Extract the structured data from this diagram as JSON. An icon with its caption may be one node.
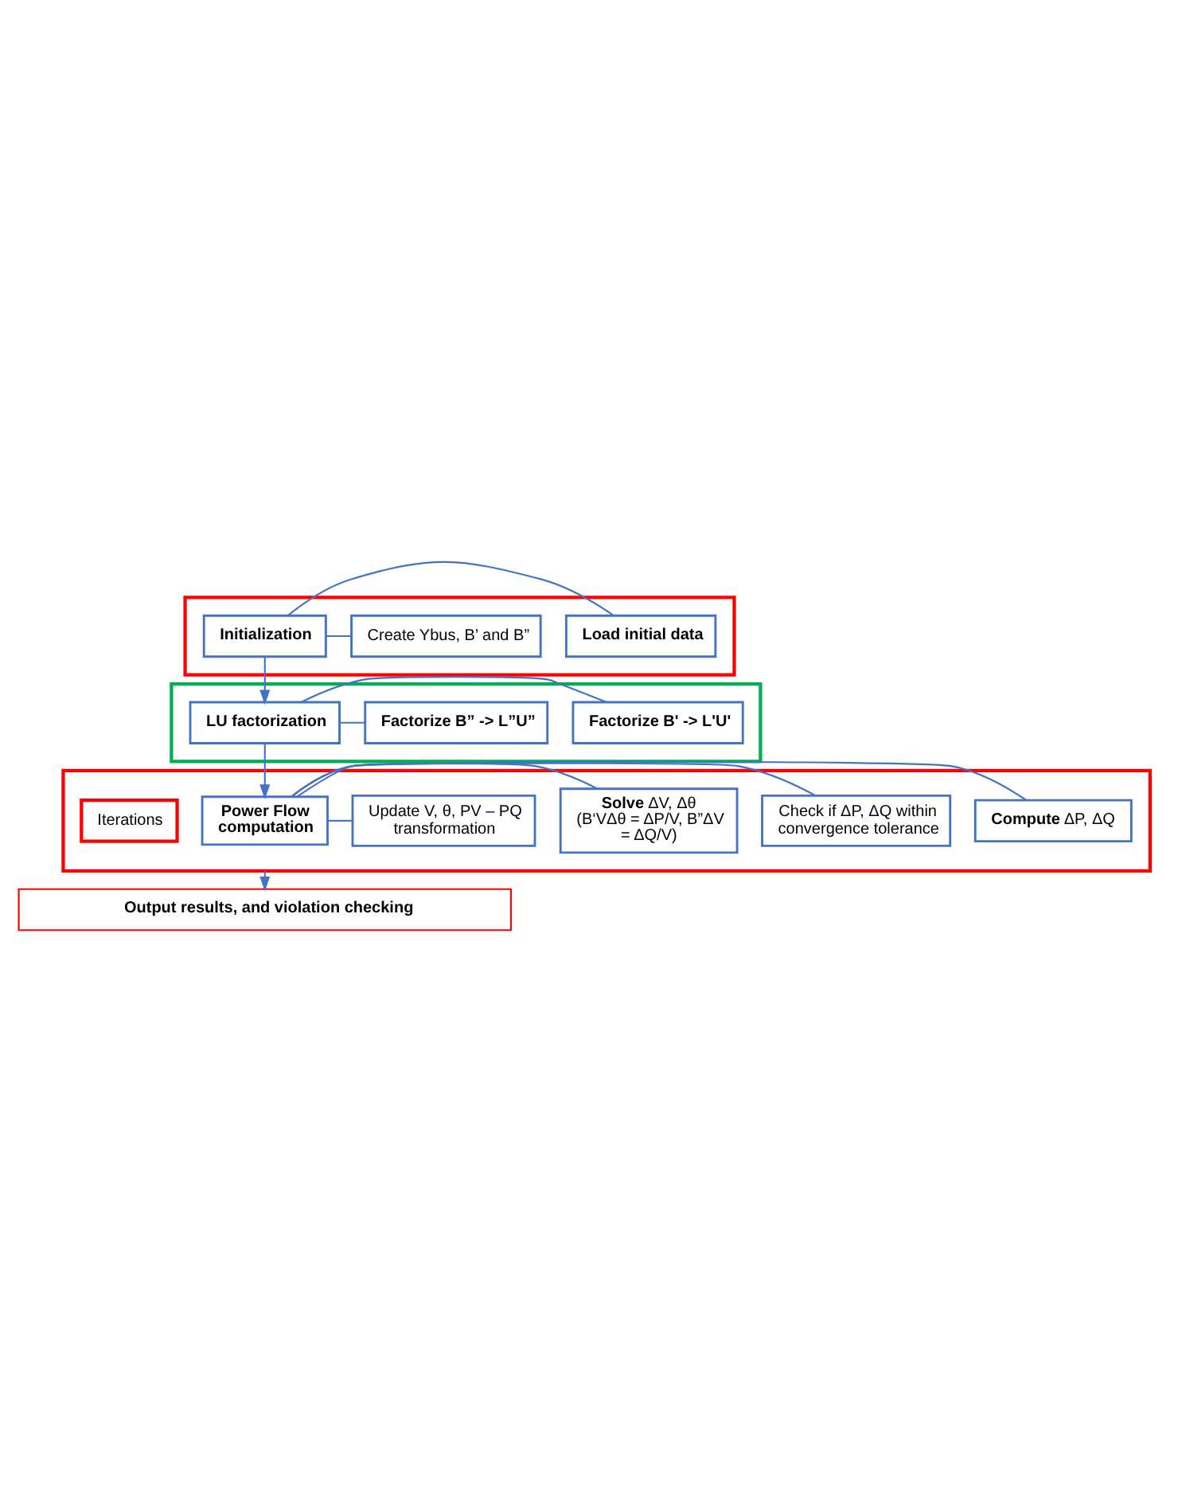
{
  "diagram": {
    "nodes": [
      {
        "text": [],
        "shape": "box"
      },
      {
        "text": [
          "Initialization"
        ],
        "in": 0
      },
      {
        "text": [
          "Load initial data"
        ],
        "in": 0
      },
      {
        "text": [
          "Create Ybus, B’ and B”"
        ],
        "in": 0
      },
      {
        "text": [],
        "shape": "box"
      },
      {
        "text": [
          "LU factorization"
        ],
        "in": 4
      },
      {
        "text": [
          "Factorize B' -> L'U'"
        ],
        "in": 4
      },
      {
        "text": [
          "Factorize B” -> L”U”"
        ],
        "in": 4
      },
      {
        "text": [],
        "shape": "box"
      },
      {
        "text": [
          "Power Flow computation"
        ],
        "in": 8
      },
      {
        "text": [
          "**Compute** ΔP, ΔQ"
        ],
        "in": 8
      },
      {
        "text": [
          "Check if ΔP, ΔQ within convergence tolerance"
        ],
        "in": 8
      },
      {
        "text": [
          "**Solve** ΔV, Δθ (B‘VΔθ = ΔP/V, B”ΔV = ΔQ/V)"
        ],
        "in": 8
      },
      {
        "text": [
          "Update V, θ, PV – PQ transformation"
        ],
        "in": 8
      },
      {
        "text": [
          "Iterations"
        ],
        "in": 8
      },
      {
        "text": [
          "Output results, and violation checking"
        ]
      }
    ],
    "edges": [
      {
        "from": 1,
        "to": 2,
        "arrow": "none"
      },
      {
        "from": 1,
        "to": 3,
        "arrow": "none"
      },
      {
        "from": 1,
        "to": 5,
        "arrow": "to"
      },
      {
        "from": 5,
        "to": 6,
        "arrow": "none"
      },
      {
        "from": 5,
        "to": 7,
        "arrow": "none"
      },
      {
        "from": 5,
        "to": 9,
        "arrow": "to"
      },
      {
        "from": 9,
        "to": 10,
        "arrow": "none"
      },
      {
        "from": 9,
        "to": 11,
        "arrow": "none"
      },
      {
        "from": 9,
        "to": 12,
        "arrow": "none"
      },
      {
        "from": 9,
        "to": 13,
        "arrow": "none"
      },
      {
        "from": 8,
        "to": 15,
        "arrow": "to"
      }
    ]
  }
}
